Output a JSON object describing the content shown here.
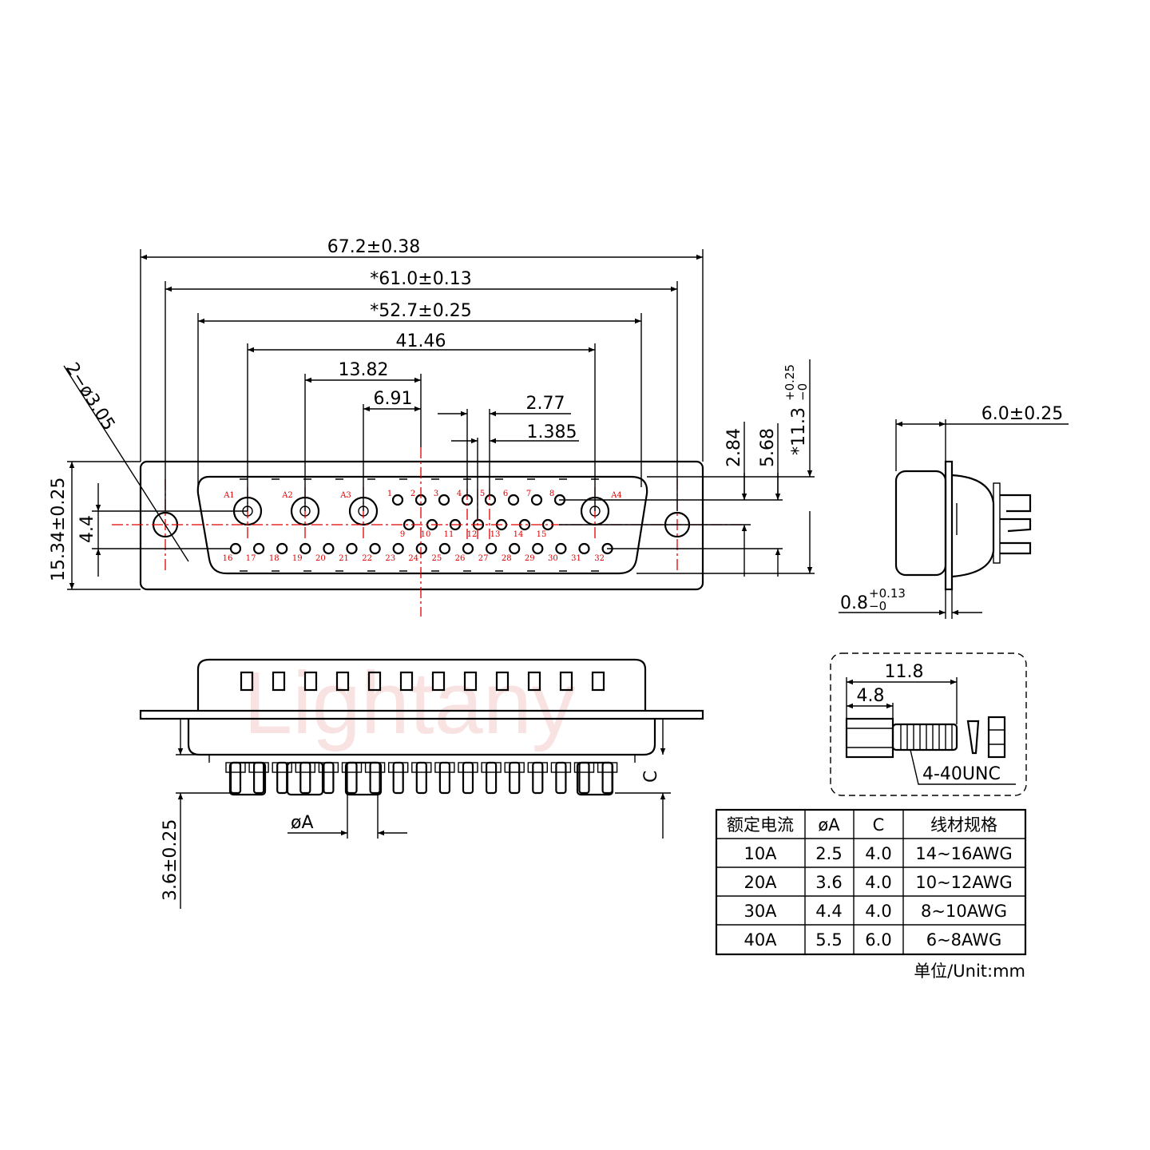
{
  "watermark": "Lightany",
  "front_dims": {
    "overall_width": "67.2±0.38",
    "mount_spacing": "*61.0±0.13",
    "shell_width": "*52.7±0.25",
    "coax_span": "41.46",
    "coax_pitch": "13.82",
    "half_coax_pitch": "6.91",
    "pin_pitch": "2.77",
    "half_pin_pitch": "1.385",
    "mount_hole": "2−ø3.05",
    "row_to_row": "2.84",
    "outer_row_span": "5.68",
    "shell_height_main": "*11.3",
    "shell_height_tol_plus": "+0.25",
    "shell_height_tol_minus": "−0",
    "flange_height": "15.34±0.25",
    "hole_row_offset": "4.4"
  },
  "side_dims": {
    "depth": "6.0±0.25",
    "flange_thk_main": "0.8",
    "flange_thk_tol_plus": "+0.13",
    "flange_thk_tol_minus": "−0"
  },
  "bottom_dims": {
    "tail_length": "3.6±0.25",
    "pin_diameter": "øA",
    "c_label": "C"
  },
  "screw": {
    "total_length": "11.8",
    "head_length": "4.8",
    "thread": "4-40UNC"
  },
  "pin_labels": {
    "coax": [
      "A1",
      "A2",
      "A3",
      "A4"
    ],
    "row1": [
      "1",
      "2",
      "3",
      "4",
      "5",
      "6",
      "7",
      "8"
    ],
    "row2": [
      "9",
      "10",
      "11",
      "12",
      "13",
      "14",
      "15"
    ],
    "row3": [
      "16",
      "17",
      "18",
      "19",
      "20",
      "21",
      "22",
      "23",
      "24",
      "25",
      "26",
      "27",
      "28",
      "29",
      "30",
      "31",
      "32"
    ]
  },
  "table": {
    "headers": [
      "额定电流",
      "øA",
      "C",
      "线材规格"
    ],
    "rows": [
      [
        "10A",
        "2.5",
        "4.0",
        "14~16AWG"
      ],
      [
        "20A",
        "3.6",
        "4.0",
        "10~12AWG"
      ],
      [
        "30A",
        "4.4",
        "4.0",
        "8~10AWG"
      ],
      [
        "40A",
        "5.5",
        "6.0",
        "6~8AWG"
      ]
    ]
  },
  "unit_note": "单位/Unit:mm"
}
